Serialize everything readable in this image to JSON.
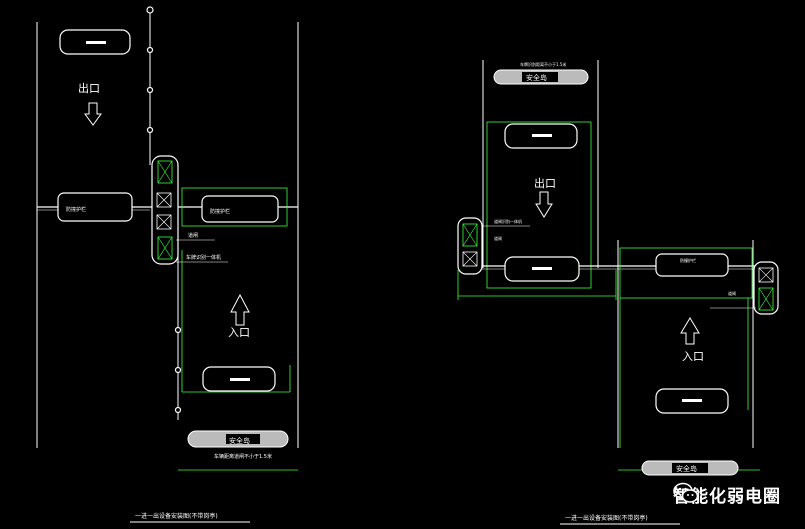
{
  "left_drawing": {
    "exit_label": "出口",
    "entry_label": "入口",
    "top_left_box_text": "防撞护栏",
    "right_box_text": "防撞护栏",
    "label_lane": "道闸",
    "label_machine": "车牌识别一体机",
    "island_caption": "安全岛",
    "island_note": "车辆距离道闸不小于1.5米",
    "title": "一进一出设备安装图(不带岗亭)"
  },
  "right_drawing": {
    "exit_label": "出口",
    "entry_label": "入口",
    "top_note": "车牌识别距离不小于1.5米",
    "top_island": "安全岛",
    "bottom_island": "安全岛",
    "gate_label": "道闸识别一体机",
    "center_box_text": "防撞护栏",
    "label_a": "道闸",
    "title": "一进一出设备安装图(不带岗亭)"
  },
  "watermark": {
    "icon": "wechat-icon",
    "text": "智能化弱电圈"
  },
  "colors": {
    "background": "#000000",
    "lines": "#ffffff",
    "dimension": "#3cff3c"
  }
}
